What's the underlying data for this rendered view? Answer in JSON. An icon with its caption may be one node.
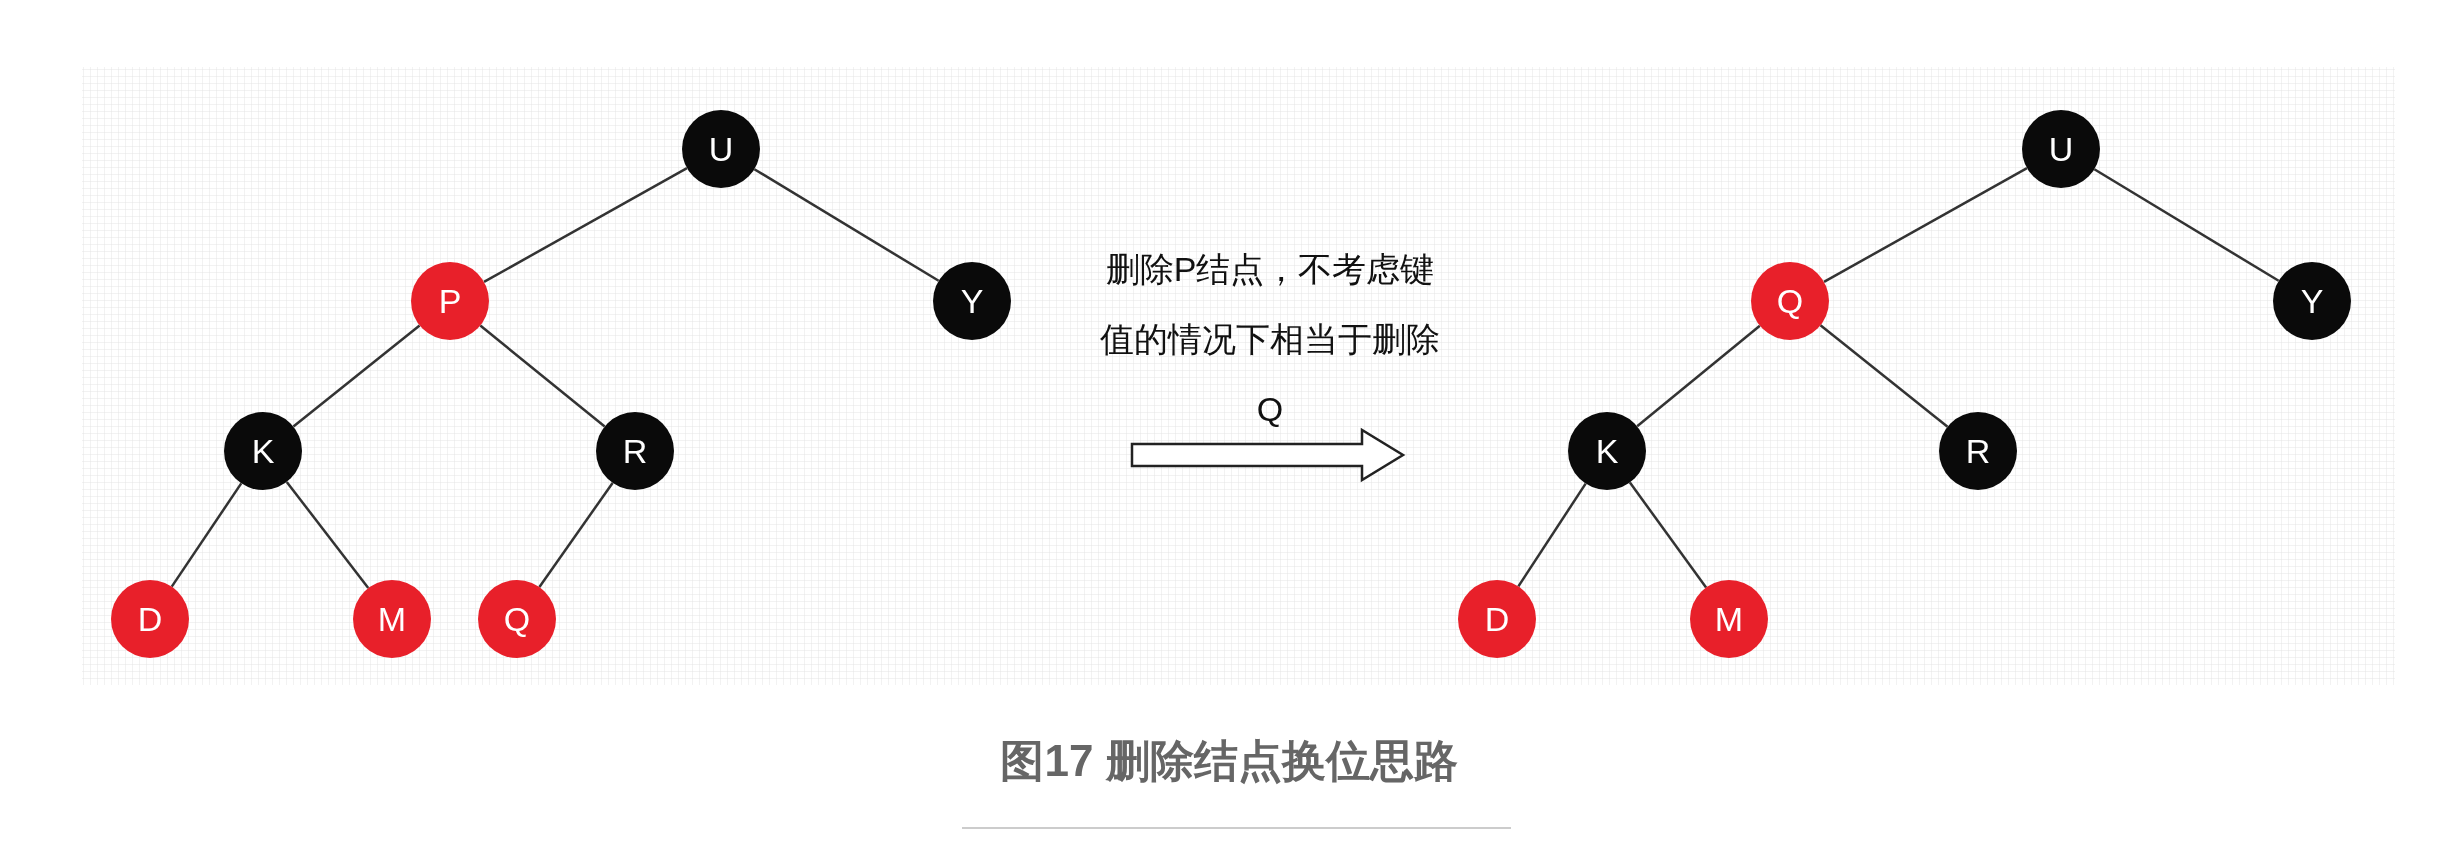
{
  "diagram": {
    "caption": "图17 删除结点换位思路",
    "nodes": [
      {
        "text": [
          "U"
        ]
      },
      {
        "text": [
          "P"
        ]
      },
      {
        "text": [
          "Y"
        ]
      },
      {
        "text": [
          "K"
        ]
      },
      {
        "text": [
          "R"
        ]
      },
      {
        "text": [
          "D"
        ]
      },
      {
        "text": [
          "M"
        ]
      },
      {
        "text": [
          "Q"
        ]
      },
      {
        "text": [
          "U"
        ]
      },
      {
        "text": [
          "Q"
        ]
      },
      {
        "text": [
          "Y"
        ]
      },
      {
        "text": [
          "K"
        ]
      },
      {
        "text": [
          "R"
        ]
      },
      {
        "text": [
          "D"
        ]
      },
      {
        "text": [
          "M"
        ]
      }
    ],
    "edges": [
      {
        "from": 0,
        "to": 1,
        "arrow": "none"
      },
      {
        "from": 0,
        "to": 2,
        "arrow": "none"
      },
      {
        "from": 1,
        "to": 3,
        "arrow": "none"
      },
      {
        "from": 1,
        "to": 4,
        "arrow": "none"
      },
      {
        "from": 3,
        "to": 5,
        "arrow": "none"
      },
      {
        "from": 3,
        "to": 6,
        "arrow": "none"
      },
      {
        "from": 4,
        "to": 7,
        "arrow": "none"
      },
      {
        "from": 8,
        "to": 9,
        "arrow": "none"
      },
      {
        "from": 8,
        "to": 10,
        "arrow": "none"
      },
      {
        "from": 9,
        "to": 11,
        "arrow": "none"
      },
      {
        "from": 9,
        "to": 12,
        "arrow": "none"
      },
      {
        "from": 11,
        "to": 13,
        "arrow": "none"
      },
      {
        "from": 11,
        "to": 14,
        "arrow": "none"
      }
    ],
    "labels": [
      "删除P结点，不考虑键值的情况下相当于删除Q"
    ]
  }
}
